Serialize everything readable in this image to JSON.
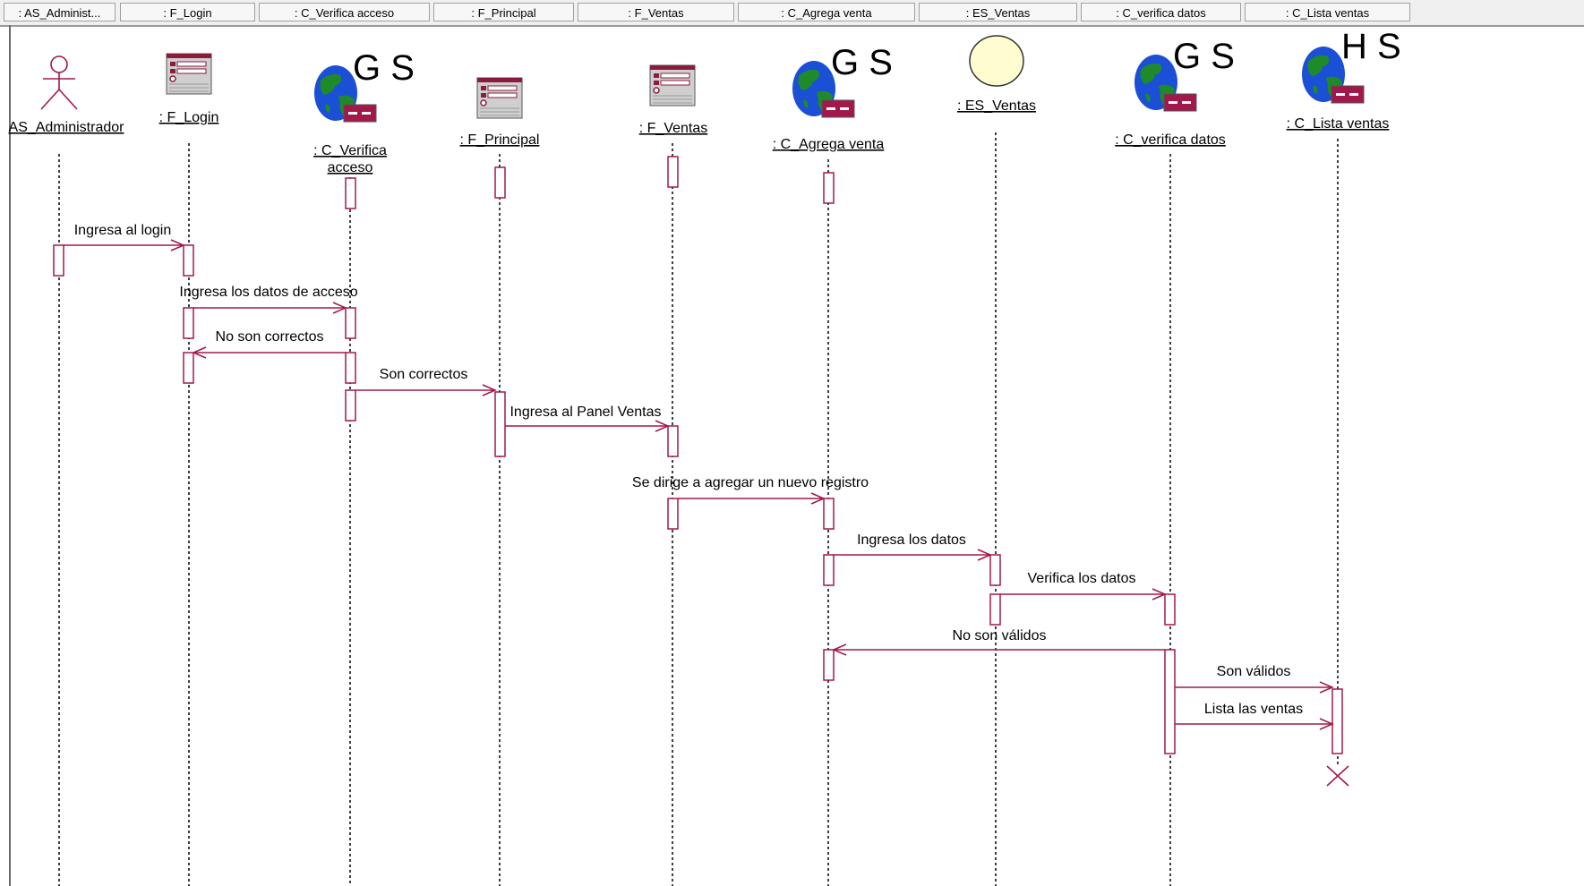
{
  "header": {
    "cells": [
      ": AS_Administ...",
      ": F_Login",
      ": C_Verifica acceso",
      ": F_Principal",
      ": F_Ventas",
      ": C_Agrega venta",
      ": ES_Ventas",
      ": C_verifica datos",
      ": C_Lista ventas"
    ]
  },
  "objects": [
    {
      "name": "AS_Administrador",
      "type": "actor"
    },
    {
      "name": ": F_Login",
      "type": "boundary"
    },
    {
      "name_lines": [
        ": C_Verifica",
        "acceso"
      ],
      "type": "control",
      "stereotype": "G S"
    },
    {
      "name": ": F_Principal",
      "type": "boundary"
    },
    {
      "name": ": F_Ventas",
      "type": "boundary"
    },
    {
      "name": ": C_Agrega venta",
      "type": "control",
      "stereotype": "G S"
    },
    {
      "name": ": ES_Ventas",
      "type": "entity"
    },
    {
      "name": ": C_verifica datos",
      "type": "control",
      "stereotype": "G S"
    },
    {
      "name": ": C_Lista ventas",
      "type": "control",
      "stereotype": "H S"
    }
  ],
  "messages": [
    {
      "label": "Ingresa al login"
    },
    {
      "label": "Ingresa los datos de acceso"
    },
    {
      "label": "No son correctos"
    },
    {
      "label": "Son correctos"
    },
    {
      "label": "Ingresa al Panel Ventas"
    },
    {
      "label": "Se dirige a agregar un nuevo registro"
    },
    {
      "label": "Ingresa los datos"
    },
    {
      "label": "Verifica los datos"
    },
    {
      "label": "No son válidos"
    },
    {
      "label": "Son válidos"
    },
    {
      "label": "Lista las ventas"
    }
  ],
  "colors": {
    "line": "#a3184a",
    "header_bg": "#f0f0f0",
    "entity_fill": "#fffdd0",
    "globe_blue": "#1b4fd6",
    "globe_green": "#1e8a2a",
    "server": "#a3184a"
  }
}
